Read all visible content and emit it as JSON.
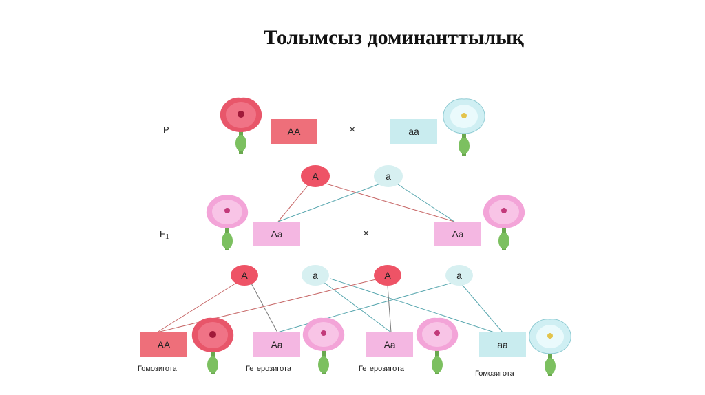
{
  "title": "Толымсыз доминанттылық",
  "p_row": {
    "label": "P",
    "left_box": "AA",
    "cross": "×",
    "right_box": "aa"
  },
  "p_gametes": {
    "left": "A",
    "right": "a"
  },
  "f1_row": {
    "label": "F",
    "label_sub": "1",
    "left_box": "Aa",
    "cross": "×",
    "right_box": "Aa"
  },
  "f1_gametes": [
    "A",
    "a",
    "A",
    "a"
  ],
  "f2_row": {
    "boxes": [
      "AA",
      "Aa",
      "Aa",
      "aa"
    ],
    "captions": [
      "Гомозигота",
      "Гетерозигота",
      "Гетерозигота",
      "Гомозигота"
    ]
  },
  "colors": {
    "red": "#ee6f7a",
    "pink": "#f4b7e2",
    "cyan": "#c9ecef",
    "red_line": "#c86a6a",
    "cyan_line": "#5aa8b0"
  }
}
